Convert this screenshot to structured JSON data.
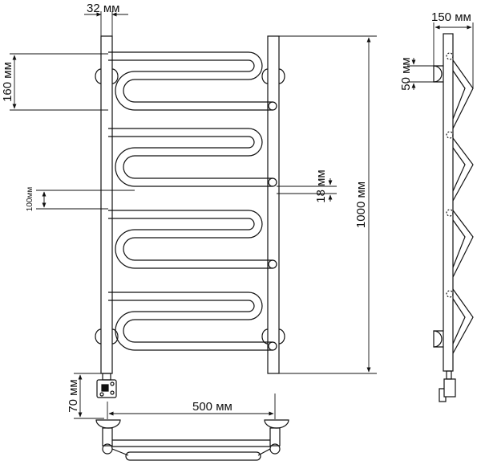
{
  "dimensions": {
    "rail_diameter": "32 мм",
    "bend_spacing": "160 мм",
    "pipe_gap": "100мм",
    "pipe_diameter": "18 мм",
    "total_height": "1000 мм",
    "center_distance": "500 мм",
    "heater_offset": "70 мм",
    "wall_offset": "150 мм",
    "bracket_spacing": "50 мм"
  },
  "colors": {
    "stroke": "#111111",
    "background": "#ffffff"
  }
}
